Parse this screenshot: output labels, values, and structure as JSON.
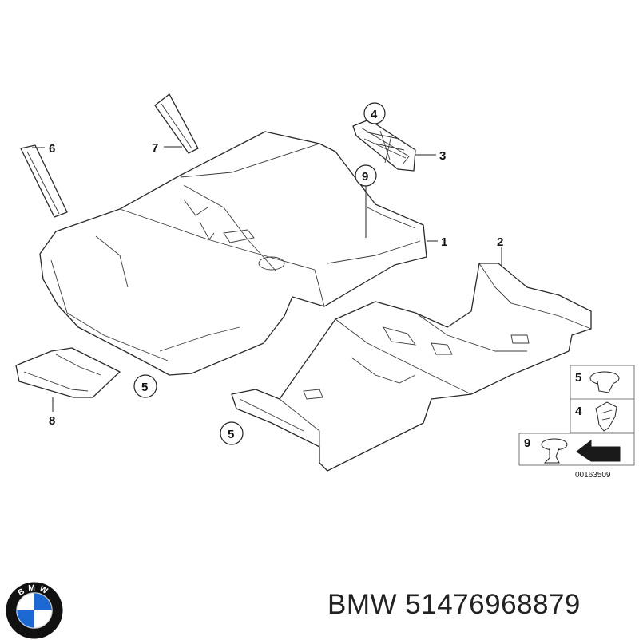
{
  "callouts": {
    "c1": "1",
    "c2": "2",
    "c3": "3",
    "c4": "4",
    "c5a": "5",
    "c5b": "5",
    "c6": "6",
    "c7": "7",
    "c8": "8",
    "c9": "9"
  },
  "legend": {
    "row5": "5",
    "row4": "4",
    "row9": "9",
    "drawing_number": "00163509"
  },
  "caption": {
    "brand": "BMW",
    "part_number": "51476968879"
  },
  "logo": {
    "letters": "BMW",
    "colors": {
      "blue": "#1c69d4",
      "white": "#ffffff",
      "ring": "#111111"
    }
  }
}
